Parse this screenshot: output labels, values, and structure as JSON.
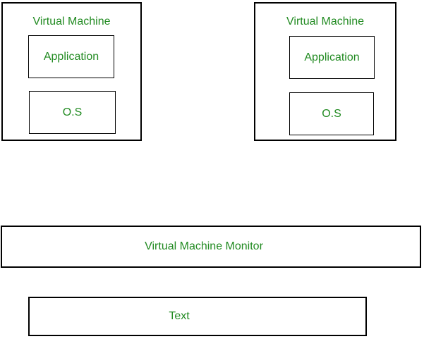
{
  "colors": {
    "text_green": "#228B22",
    "border_black": "#000000",
    "background": "#FFFFFF"
  },
  "diagram": {
    "vm1": {
      "title": "Virtual Machine",
      "application_label": "Application",
      "os_label": "O.S"
    },
    "vm2": {
      "title": "Virtual Machine",
      "application_label": "Application",
      "os_label": "O.S"
    },
    "monitor": {
      "label": "Virtual Machine Monitor"
    },
    "text_box": {
      "label": "Text"
    }
  }
}
